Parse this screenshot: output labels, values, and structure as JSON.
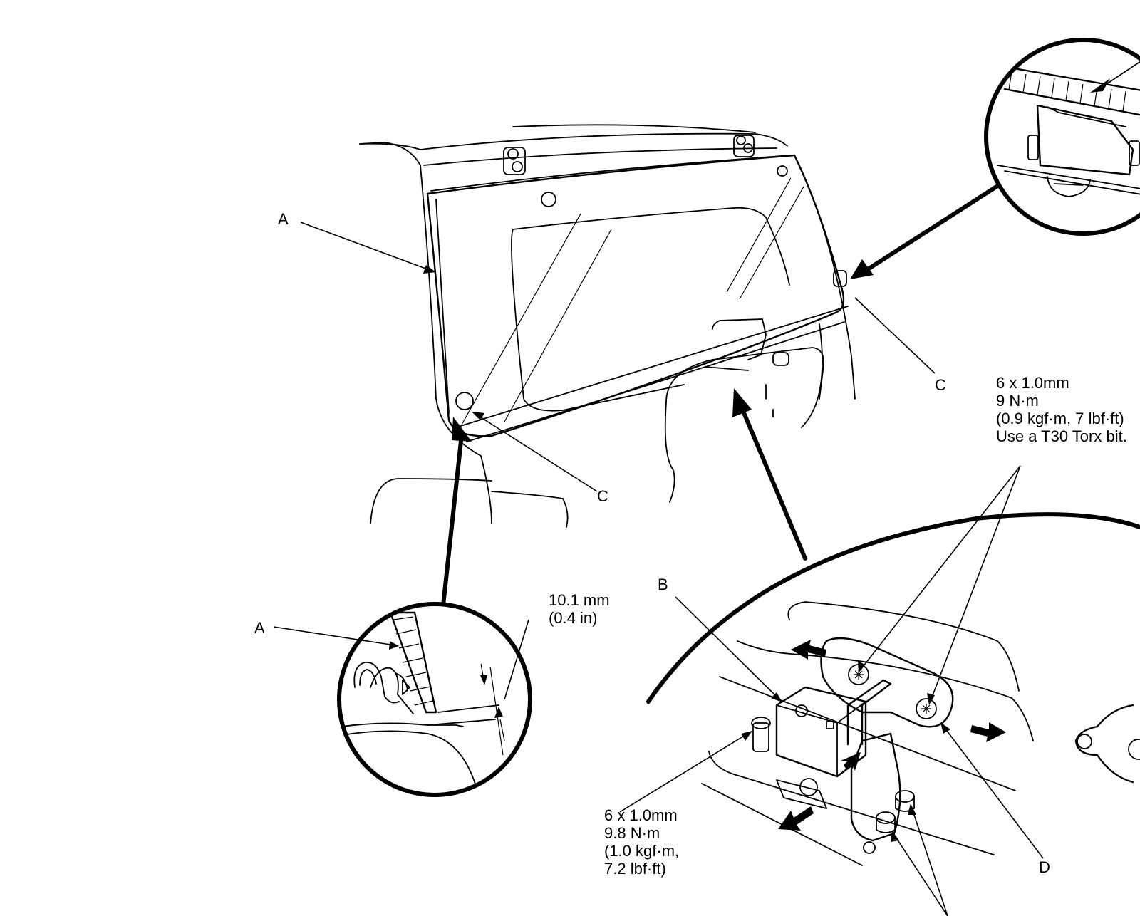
{
  "callouts": {
    "a_top": "A",
    "a_detail": "A",
    "b": "B",
    "c_right": "C",
    "c_left": "C",
    "d": "D"
  },
  "clearance_spec": {
    "line1": "10.1 mm",
    "line2": "(0.4 in)"
  },
  "bolt_spec_top": {
    "line1": "6 x 1.0mm",
    "line2": "9 N·m",
    "line3": "(0.9 kgf·m, 7 lbf·ft)",
    "line4": "Use a T30 Torx bit."
  },
  "bolt_spec_bottom": {
    "line1": "6 x 1.0mm",
    "line2": "9.8 N·m",
    "line3": "(1.0 kgf·m,",
    "line4": "7.2 lbf·ft)"
  }
}
